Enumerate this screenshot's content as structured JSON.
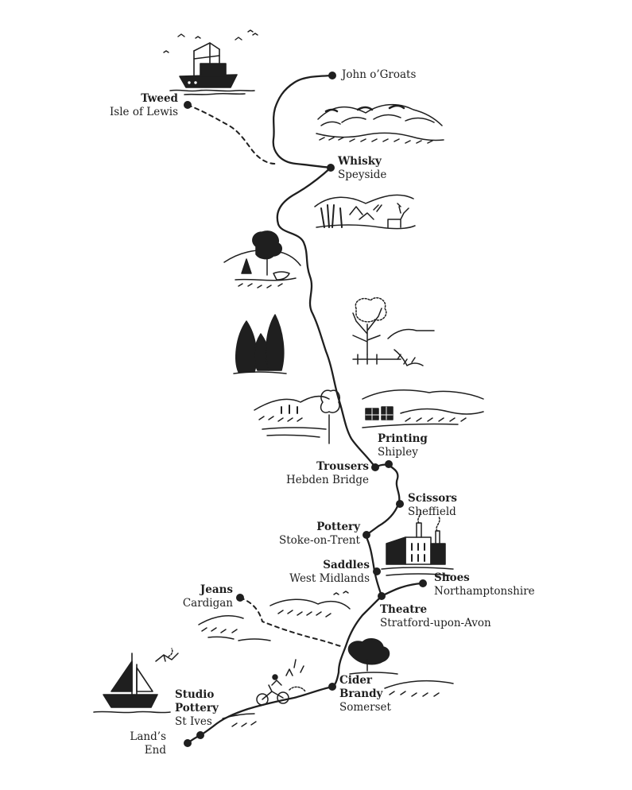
{
  "map": {
    "ink_color": "#1f1f1f",
    "route_style": "solid-line",
    "detour_style": "dashed-line",
    "stops": [
      {
        "id": "john-o-groats",
        "product": "",
        "place": "John o’Groats"
      },
      {
        "id": "isle-of-lewis",
        "product": "Tweed",
        "place": "Isle of Lewis"
      },
      {
        "id": "speyside",
        "product": "Whisky",
        "place": "Speyside"
      },
      {
        "id": "shipley",
        "product": "Printing",
        "place": "Shipley"
      },
      {
        "id": "hebden-bridge",
        "product": "Trousers",
        "place": "Hebden Bridge"
      },
      {
        "id": "sheffield",
        "product": "Scissors",
        "place": "Sheffield"
      },
      {
        "id": "stoke-on-trent",
        "product": "Pottery",
        "place": "Stoke-on-Trent"
      },
      {
        "id": "west-midlands",
        "product": "Saddles",
        "place": "West Midlands"
      },
      {
        "id": "northamptonshire",
        "product": "Shoes",
        "place": "Northamptonshire"
      },
      {
        "id": "cardigan",
        "product": "Jeans",
        "place": "Cardigan"
      },
      {
        "id": "stratford-upon-avon",
        "product": "Theatre",
        "place": "Stratford-upon-Avon"
      },
      {
        "id": "somerset",
        "product_line1": "Cider",
        "product_line2": "Brandy",
        "place": "Somerset"
      },
      {
        "id": "st-ives",
        "product_line1": "Studio",
        "product_line2": "Pottery",
        "place": "St Ives"
      },
      {
        "id": "lands-end",
        "product": "",
        "place_line1": "Land’s",
        "place_line2": "End"
      }
    ],
    "illustrations": [
      "fishing-boat-icon",
      "hills-icon",
      "stag-icon",
      "tree-cluster-icon",
      "cypress-trees-icon",
      "bare-tree-icon",
      "field-landscape-icon",
      "village-landscape-icon",
      "factory-icon",
      "hills-icon",
      "bush-tree-icon",
      "cyclist-icon",
      "sailboat-icon",
      "seagull-icon",
      "birds-icon"
    ]
  }
}
